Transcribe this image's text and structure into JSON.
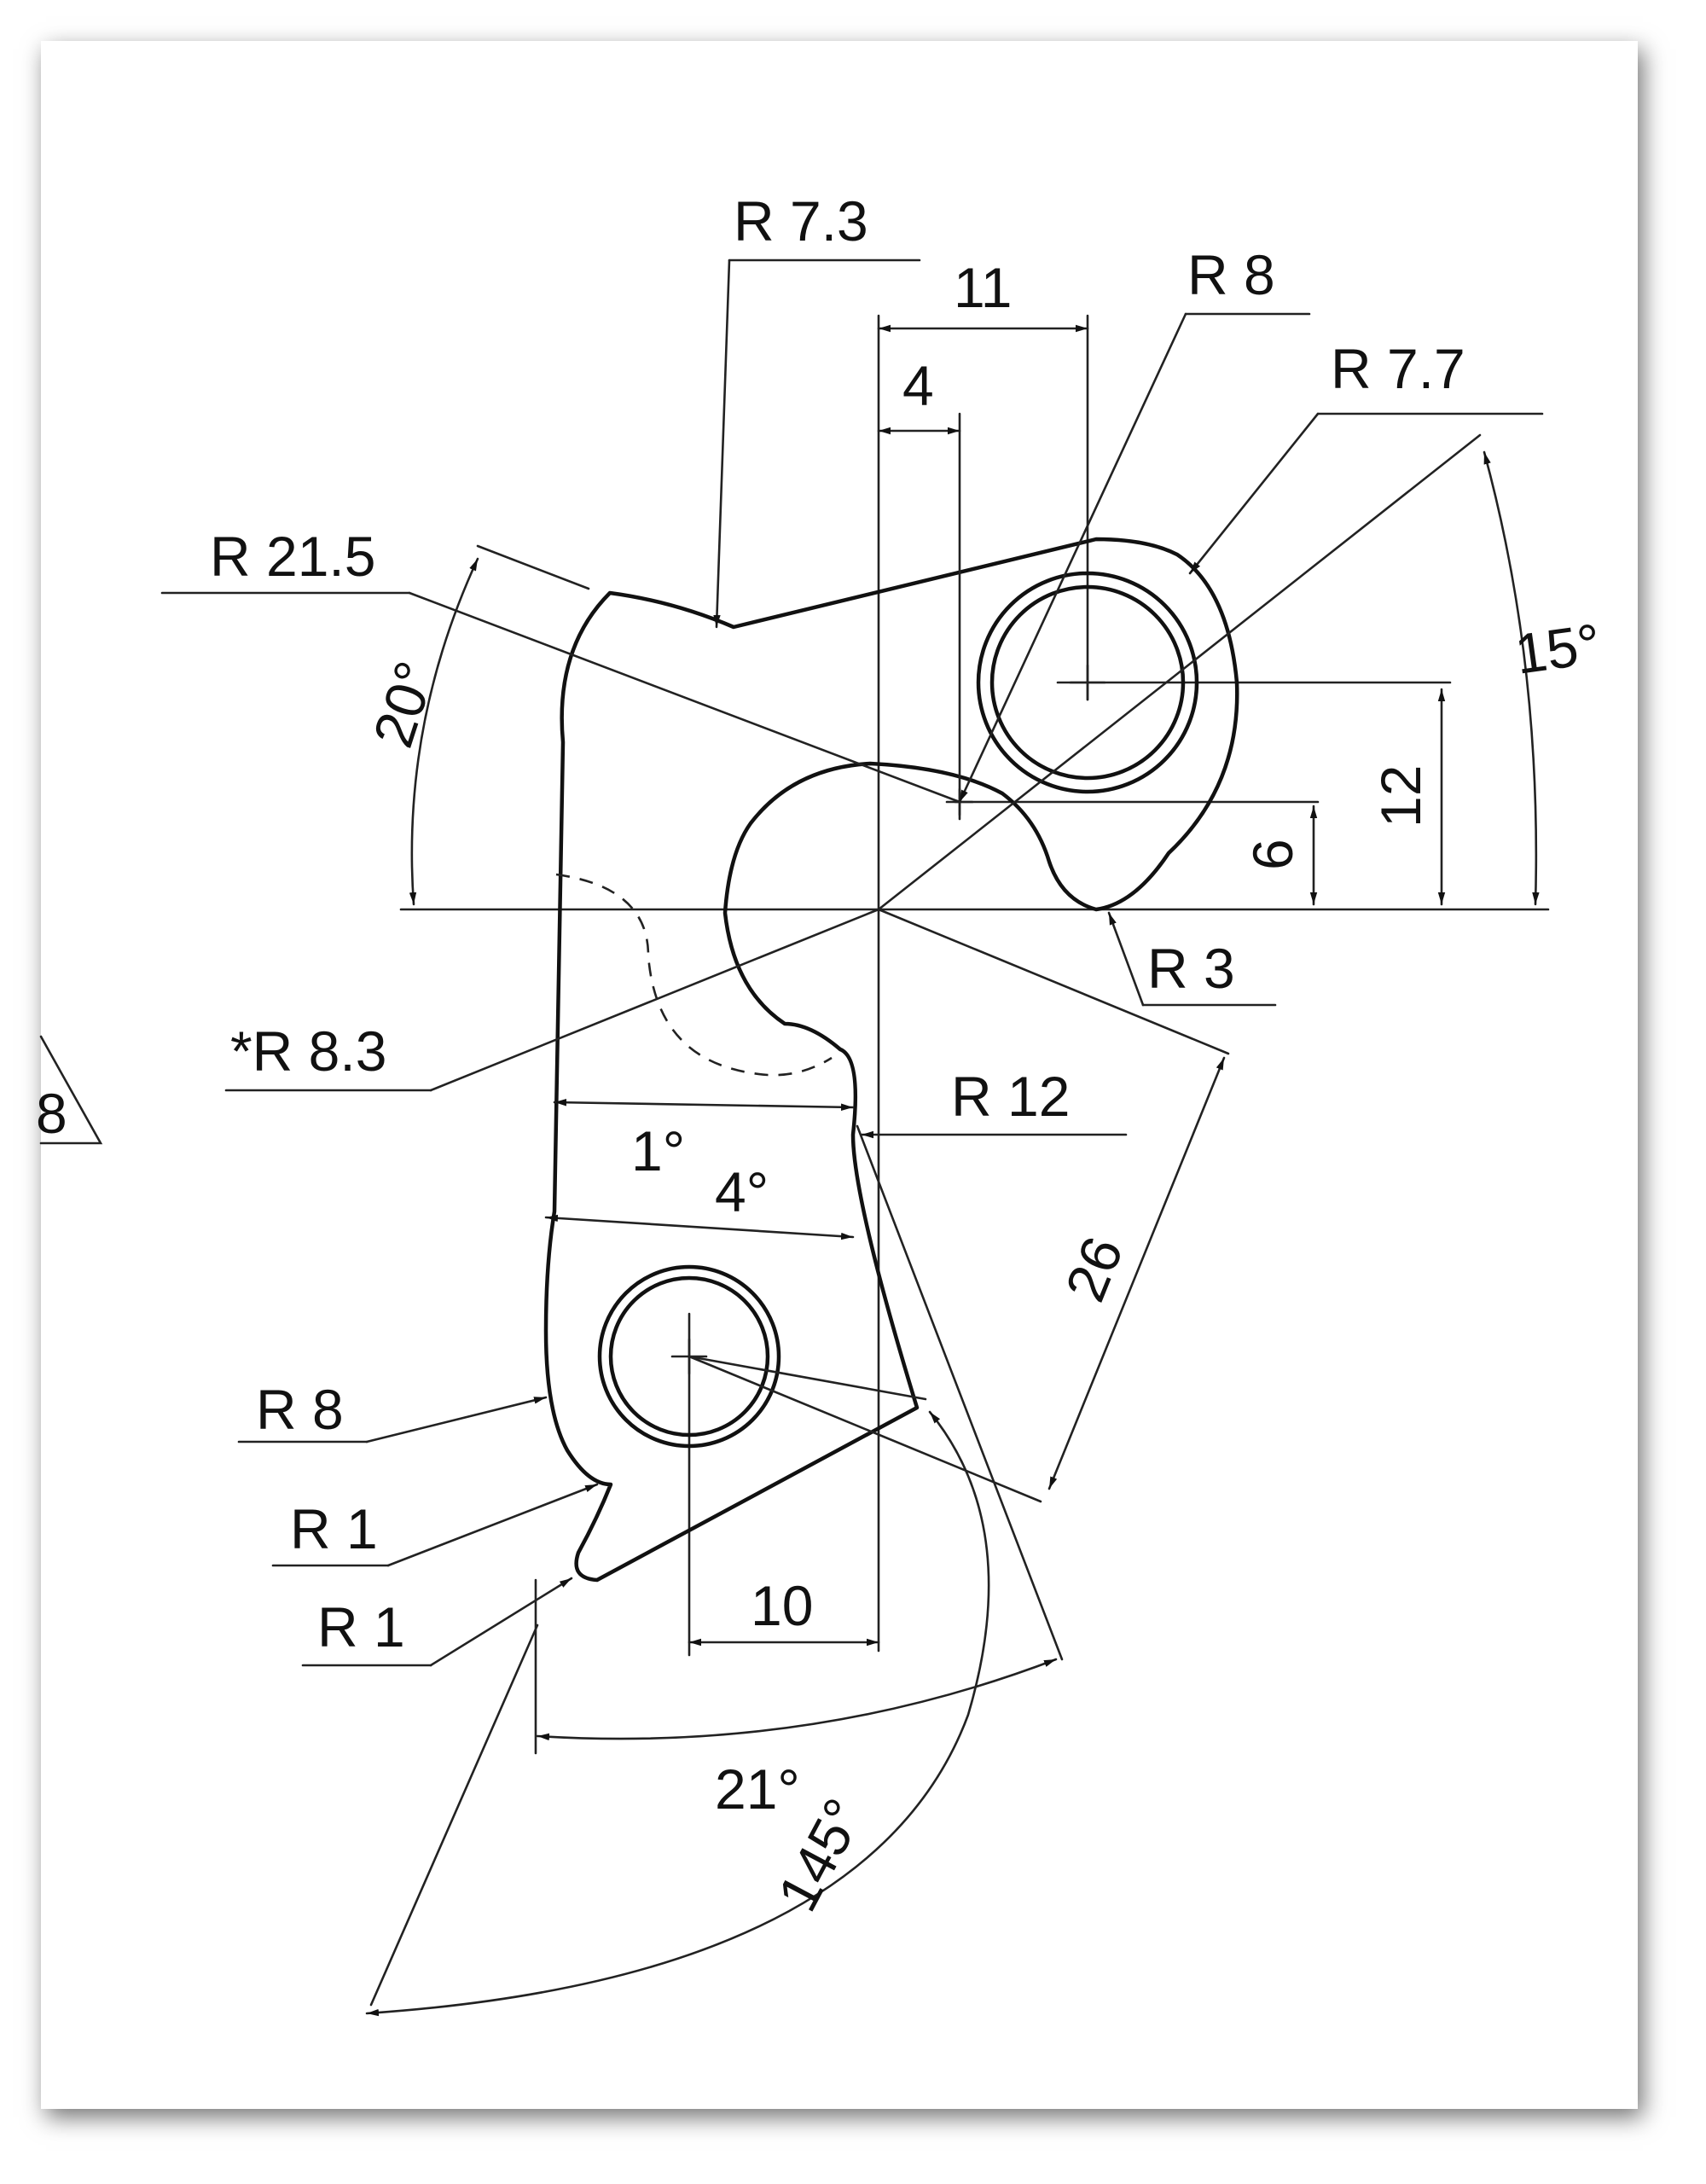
{
  "labels": {
    "r7_3": "R 7.3",
    "d11": "11",
    "r8_top": "R 8",
    "r7_7": "R 7.7",
    "d4": "4",
    "r21_5": "R 21.5",
    "a20": "20°",
    "a15": "15°",
    "d12": "12",
    "d6": "6",
    "r3": "R 3",
    "r8_3": "*R 8.3",
    "r12": "R 12",
    "a1": "1°",
    "a4": "4°",
    "d26": "26",
    "r8_bottom": "R 8",
    "r1_a": "R 1",
    "r1_b": "R 1",
    "d10": "10",
    "a21": "21°",
    "a145": "145°",
    "tag_fragment": "8"
  },
  "colors": {
    "ink": "#111111",
    "paper": "#ffffff",
    "shadow": "#333333"
  }
}
